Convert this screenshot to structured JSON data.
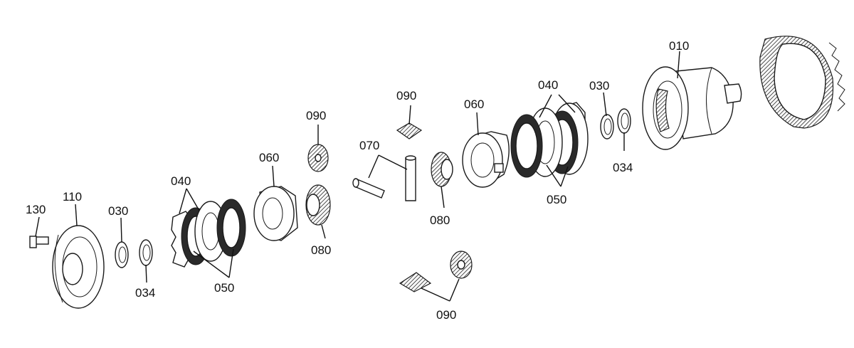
{
  "callouts": {
    "c010": "010",
    "c030_right": "030",
    "c034_right": "034",
    "c040_right": "040",
    "c050_right": "050",
    "c060_right": "060",
    "c070": "070",
    "c080_right": "080",
    "c090_top": "090",
    "c090_mid": "090",
    "c090_bottom": "090",
    "c060_left": "060",
    "c080_left": "080",
    "c040_left": "040",
    "c050_left": "050",
    "c030_left": "030",
    "c034_left": "034",
    "c110": "110",
    "c130": "130"
  }
}
